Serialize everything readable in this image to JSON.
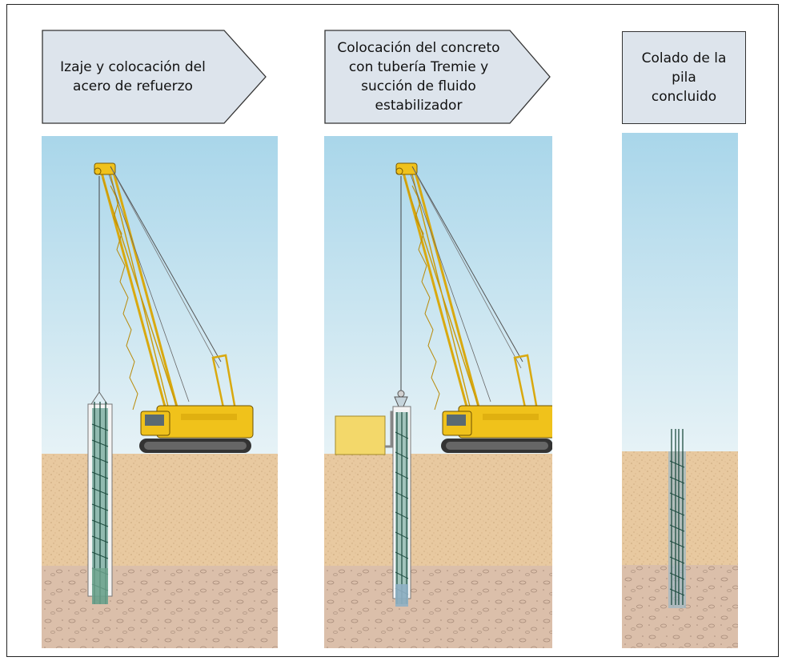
{
  "steps": [
    {
      "label_line1": "Izaje y colocación del",
      "label_line2": "acero de refuerzo"
    },
    {
      "label_line1": "Colocación del concreto",
      "label_line2": "con tubería Tremie y",
      "label_line3": "succión de fluido",
      "label_line4": "estabilizador"
    },
    {
      "label_line1": "Colado de la",
      "label_line2": "pila",
      "label_line3": "concluido"
    }
  ],
  "colors": {
    "sky_top": "#a9d6ea",
    "sky_bottom": "#e4f1f6",
    "soil_upper": "#e8c9a0",
    "soil_lower": "#dbbfaa",
    "crane_yellow": "#f0c21b",
    "label_fill": "#dde4ec",
    "rebar": "#2e6b5a",
    "tank": "#f3d86a"
  }
}
